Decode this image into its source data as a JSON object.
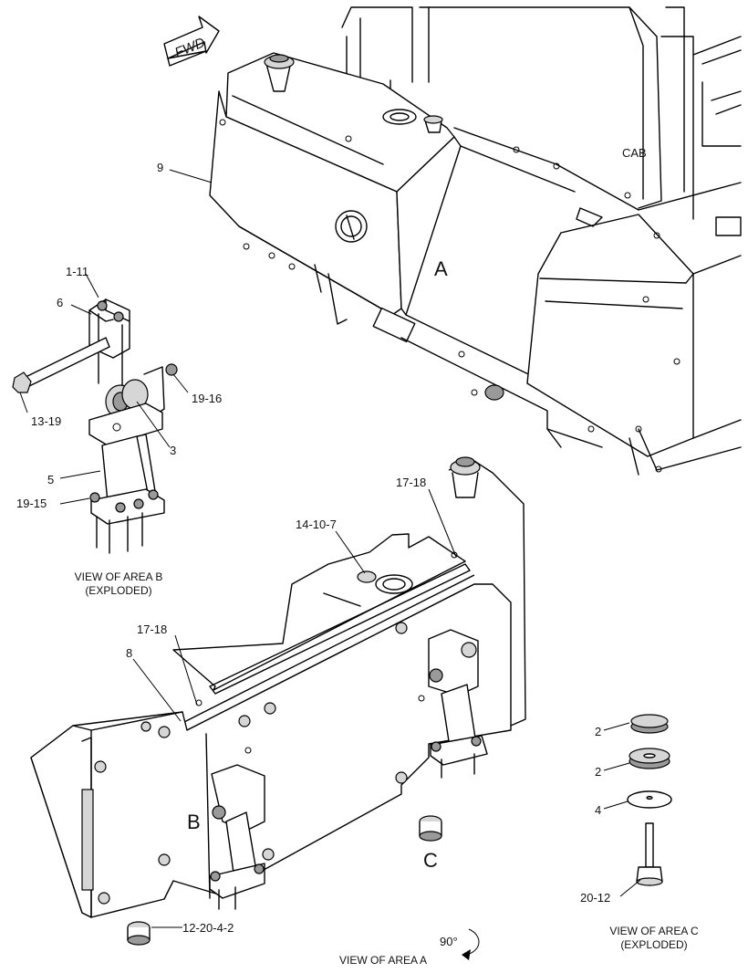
{
  "fwd_arrow": {
    "label": "FWD",
    "icon": "fwd-arrow-icon"
  },
  "cab_label": "CAB",
  "area_markers": {
    "a": "A",
    "b": "B",
    "c": "C"
  },
  "rotation_note": {
    "label": "90°",
    "icon": "rotate-arrow-icon"
  },
  "callouts": {
    "c9": "9",
    "c1_11": "1-11",
    "c6": "6",
    "c13_19": "13-19",
    "c19_16": "19-16",
    "c3": "3",
    "c5": "5",
    "c19_15": "19-15",
    "c17_18_top": "17-18",
    "c14_10_7": "14-10-7",
    "c17_18_mid": "17-18",
    "c8": "8",
    "c12_20_4_2": "12-20-4-2",
    "c2_top": "2",
    "c2_mid": "2",
    "c4": "4",
    "c20_12": "20-12"
  },
  "captions": {
    "view_b_line1": "VIEW OF AREA B",
    "view_b_line2": "(EXPLODED)",
    "view_a": "VIEW OF AREA A",
    "view_c_line1": "VIEW OF AREA C",
    "view_c_line2": "(EXPLODED)"
  }
}
